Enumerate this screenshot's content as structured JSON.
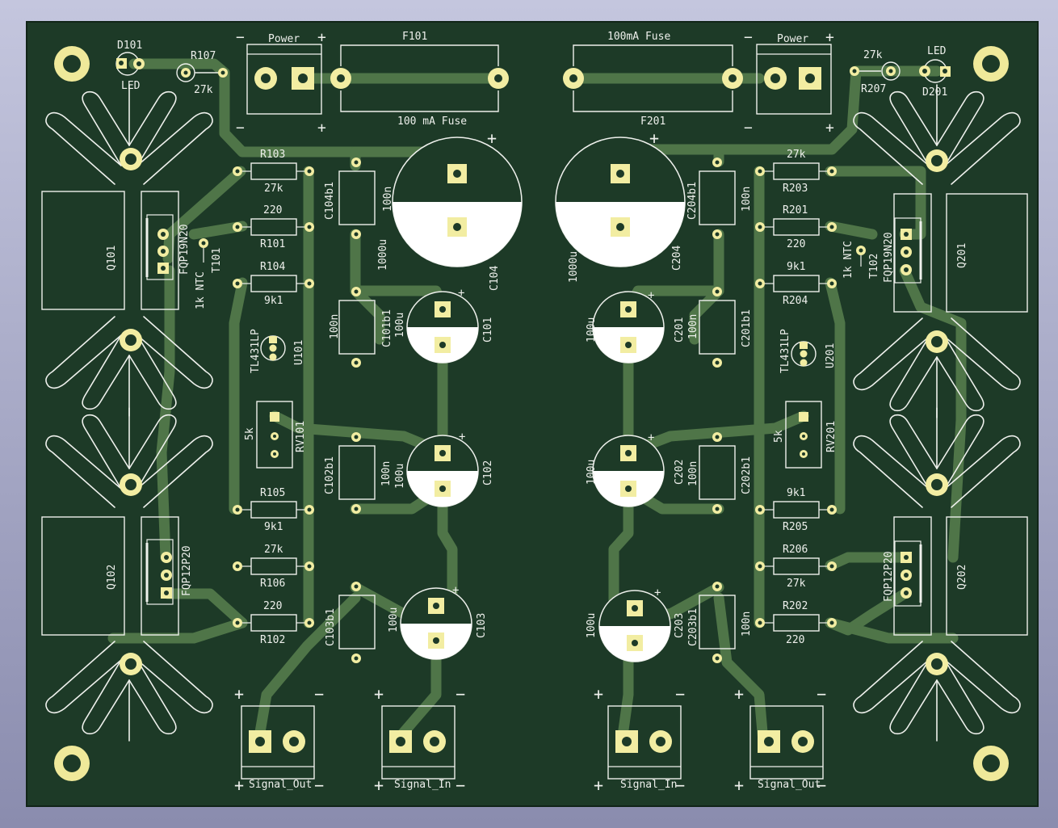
{
  "colors": {
    "board": "#1d3a27",
    "trace": "#4f7548",
    "pad": "#f2eda2",
    "silk": "#eef0ec",
    "copper_ring": "#efe99a"
  },
  "left": {
    "led": {
      "ref": "D101",
      "value": "LED"
    },
    "r107": {
      "ref": "R107",
      "value": "27k"
    },
    "power": {
      "label": "Power",
      "plus": "+",
      "minus": "−"
    },
    "fuse": {
      "ref": "F101",
      "value": "100 mA Fuse"
    },
    "r103": {
      "ref": "R103",
      "value": "27k"
    },
    "r101": {
      "ref": "R101",
      "value": "220"
    },
    "r104": {
      "ref": "R104",
      "value": "9k1"
    },
    "r105": {
      "ref": "R105",
      "value": "9k1"
    },
    "r106": {
      "ref": "R106",
      "value": "27k"
    },
    "r102": {
      "ref": "R102",
      "value": "220"
    },
    "c104b1": {
      "ref": "C104b1",
      "value": "100n"
    },
    "c101b1": {
      "ref": "C101b1",
      "value": "100n"
    },
    "c102b1": {
      "ref": "C102b1",
      "value": "100n"
    },
    "c103b1": {
      "ref": "C103b1",
      "value": "100n"
    },
    "c104": {
      "ref": "C104",
      "value": "1000u"
    },
    "c101": {
      "ref": "C101",
      "value": "100u"
    },
    "c102": {
      "ref": "C102",
      "value": "100u"
    },
    "c103": {
      "ref": "C103",
      "value": "100u"
    },
    "q101": {
      "ref": "Q101",
      "value": "FQP19N20"
    },
    "q102": {
      "ref": "Q102",
      "value": "FQP12P20"
    },
    "t101": {
      "ref": "T101",
      "value": "1k NTC"
    },
    "u101": {
      "ref": "U101",
      "value": "TL431LP"
    },
    "rv101": {
      "ref": "RV101",
      "value": "5k"
    },
    "signal_out": {
      "label": "Signal_Out"
    },
    "signal_in": {
      "label": "Signal_In"
    }
  },
  "right": {
    "led": {
      "ref": "D201",
      "value": "LED"
    },
    "r207": {
      "ref": "R207",
      "value": "27k"
    },
    "power": {
      "label": "Power",
      "plus": "+",
      "minus": "−"
    },
    "fuse": {
      "ref": "F201",
      "value": "100mA Fuse"
    },
    "r203": {
      "ref": "R203",
      "value": "27k"
    },
    "r201": {
      "ref": "R201",
      "value": "220"
    },
    "r204": {
      "ref": "R204",
      "value": "9k1"
    },
    "r205": {
      "ref": "R205",
      "value": "9k1"
    },
    "r206": {
      "ref": "R206",
      "value": "27k"
    },
    "r202": {
      "ref": "R202",
      "value": "220"
    },
    "c204b1": {
      "ref": "C204b1",
      "value": "100n"
    },
    "c201b1": {
      "ref": "C201b1",
      "value": "100n"
    },
    "c202b1": {
      "ref": "C202b1",
      "value": "100n"
    },
    "c203b1": {
      "ref": "C203b1",
      "value": "100n"
    },
    "c204": {
      "ref": "C204",
      "value": "1000u"
    },
    "c201": {
      "ref": "C201",
      "value": "100u"
    },
    "c202": {
      "ref": "C202",
      "value": "100u"
    },
    "c203": {
      "ref": "C203",
      "value": "100u"
    },
    "q201": {
      "ref": "Q201",
      "value": "FQP19N20"
    },
    "q202": {
      "ref": "Q202",
      "value": "FQP12P20"
    },
    "t102": {
      "ref": "T102",
      "value": "1k NTC"
    },
    "u201": {
      "ref": "U201",
      "value": "TL431LP"
    },
    "rv201": {
      "ref": "RV201",
      "value": "5k"
    },
    "signal_in": {
      "label": "Signal_In"
    },
    "signal_out": {
      "label": "Signal_Out"
    }
  },
  "polarity": {
    "plus": "+",
    "minus": "−"
  }
}
